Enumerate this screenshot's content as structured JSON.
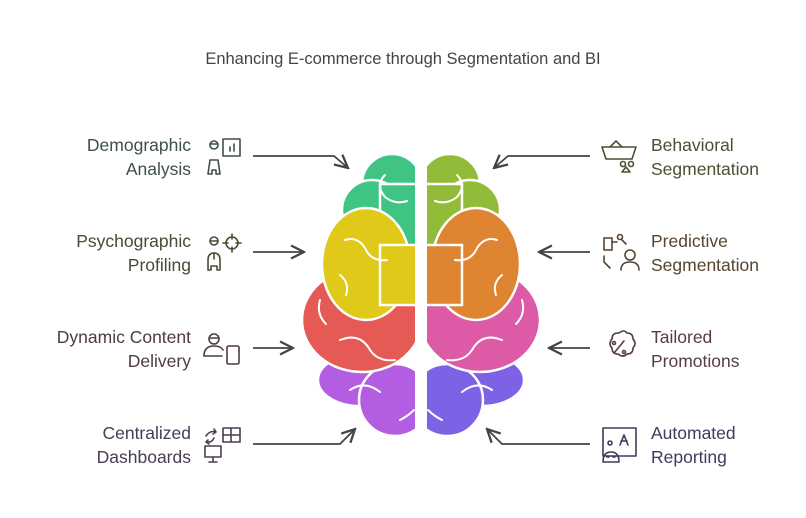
{
  "title": "Enhancing E-commerce through Segmentation and BI",
  "left_items": [
    {
      "line1": "Demographic",
      "line2": "Analysis",
      "icon": "presenter-chart-icon",
      "color": "#3f4f49"
    },
    {
      "line1": "Psychographic",
      "line2": "Profiling",
      "icon": "person-target-icon",
      "color": "#4b4a33"
    },
    {
      "line1": "Dynamic Content",
      "line2": "Delivery",
      "icon": "person-device-icon",
      "color": "#4f3c3c"
    },
    {
      "line1": "Centralized",
      "line2": "Dashboards",
      "icon": "dashboard-monitor-icon",
      "color": "#4a3c55"
    }
  ],
  "right_items": [
    {
      "line1": "Behavioral",
      "line2": "Segmentation",
      "icon": "shopping-basket-icon",
      "color": "#4a5032"
    },
    {
      "line1": "Predictive",
      "line2": "Segmentation",
      "icon": "predictive-people-icon",
      "color": "#56442f"
    },
    {
      "line1": "Tailored",
      "line2": "Promotions",
      "icon": "percent-badge-icon",
      "color": "#573b4a"
    },
    {
      "line1": "Automated",
      "line2": "Reporting",
      "icon": "robot-report-icon",
      "color": "#3f3b5c"
    }
  ],
  "colors": {
    "green": "#3fc483",
    "yellow": "#e0c918",
    "red": "#e55a55",
    "purple": "#b35de3",
    "lime": "#93bb3a",
    "orange": "#df8431",
    "pink": "#dd5aa6",
    "violet": "#7d62e6",
    "arrow": "#444444"
  }
}
